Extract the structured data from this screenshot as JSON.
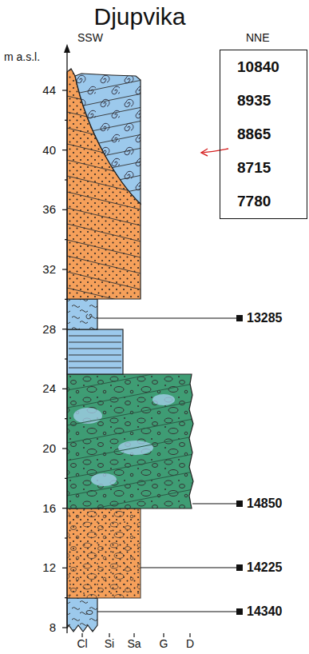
{
  "diagram": {
    "title": "Djupvika",
    "nodes": [
      {
        "text": [
          "10840",
          "8935",
          "8865",
          "8715",
          "7780"
        ]
      }
    ],
    "labels": [
      "m a.s.l.",
      "SSW",
      "NNE",
      "44",
      "40",
      "36",
      "32",
      "28",
      "24",
      "20",
      "16",
      "12",
      "8",
      "13285",
      "14850",
      "14225",
      "14340",
      "Cl",
      "Si",
      "Sa",
      "G",
      "D"
    ]
  }
}
